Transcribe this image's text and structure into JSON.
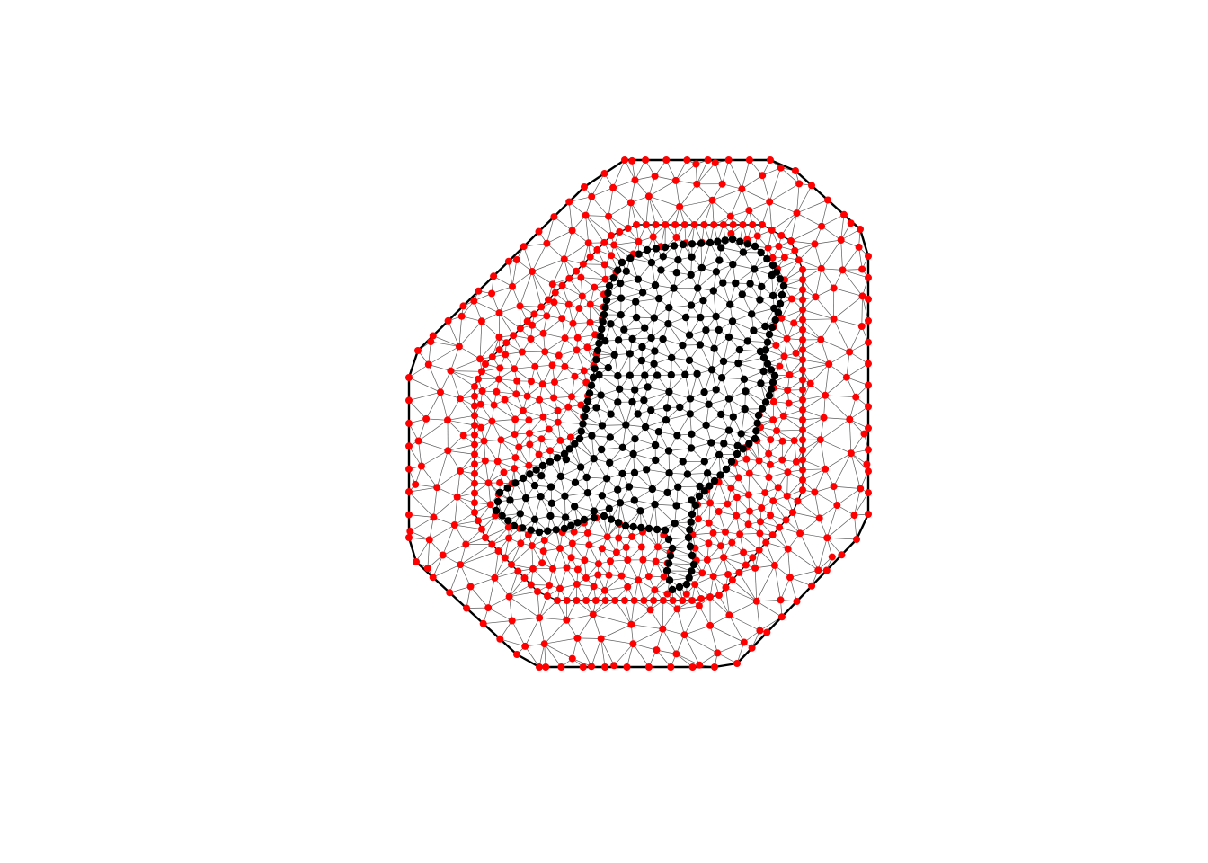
{
  "figure": {
    "type": "triangulation-mesh",
    "background_color": "#ffffff",
    "edge_color": "#5a5a5a",
    "boundary_color": "#000000",
    "mesh_vertex_color": "#ff0000",
    "observation_point_color": "#000000",
    "layers": [
      "outer-extension",
      "inner-extension",
      "data-domain"
    ],
    "title": "",
    "legend": "none",
    "axes": "none"
  }
}
